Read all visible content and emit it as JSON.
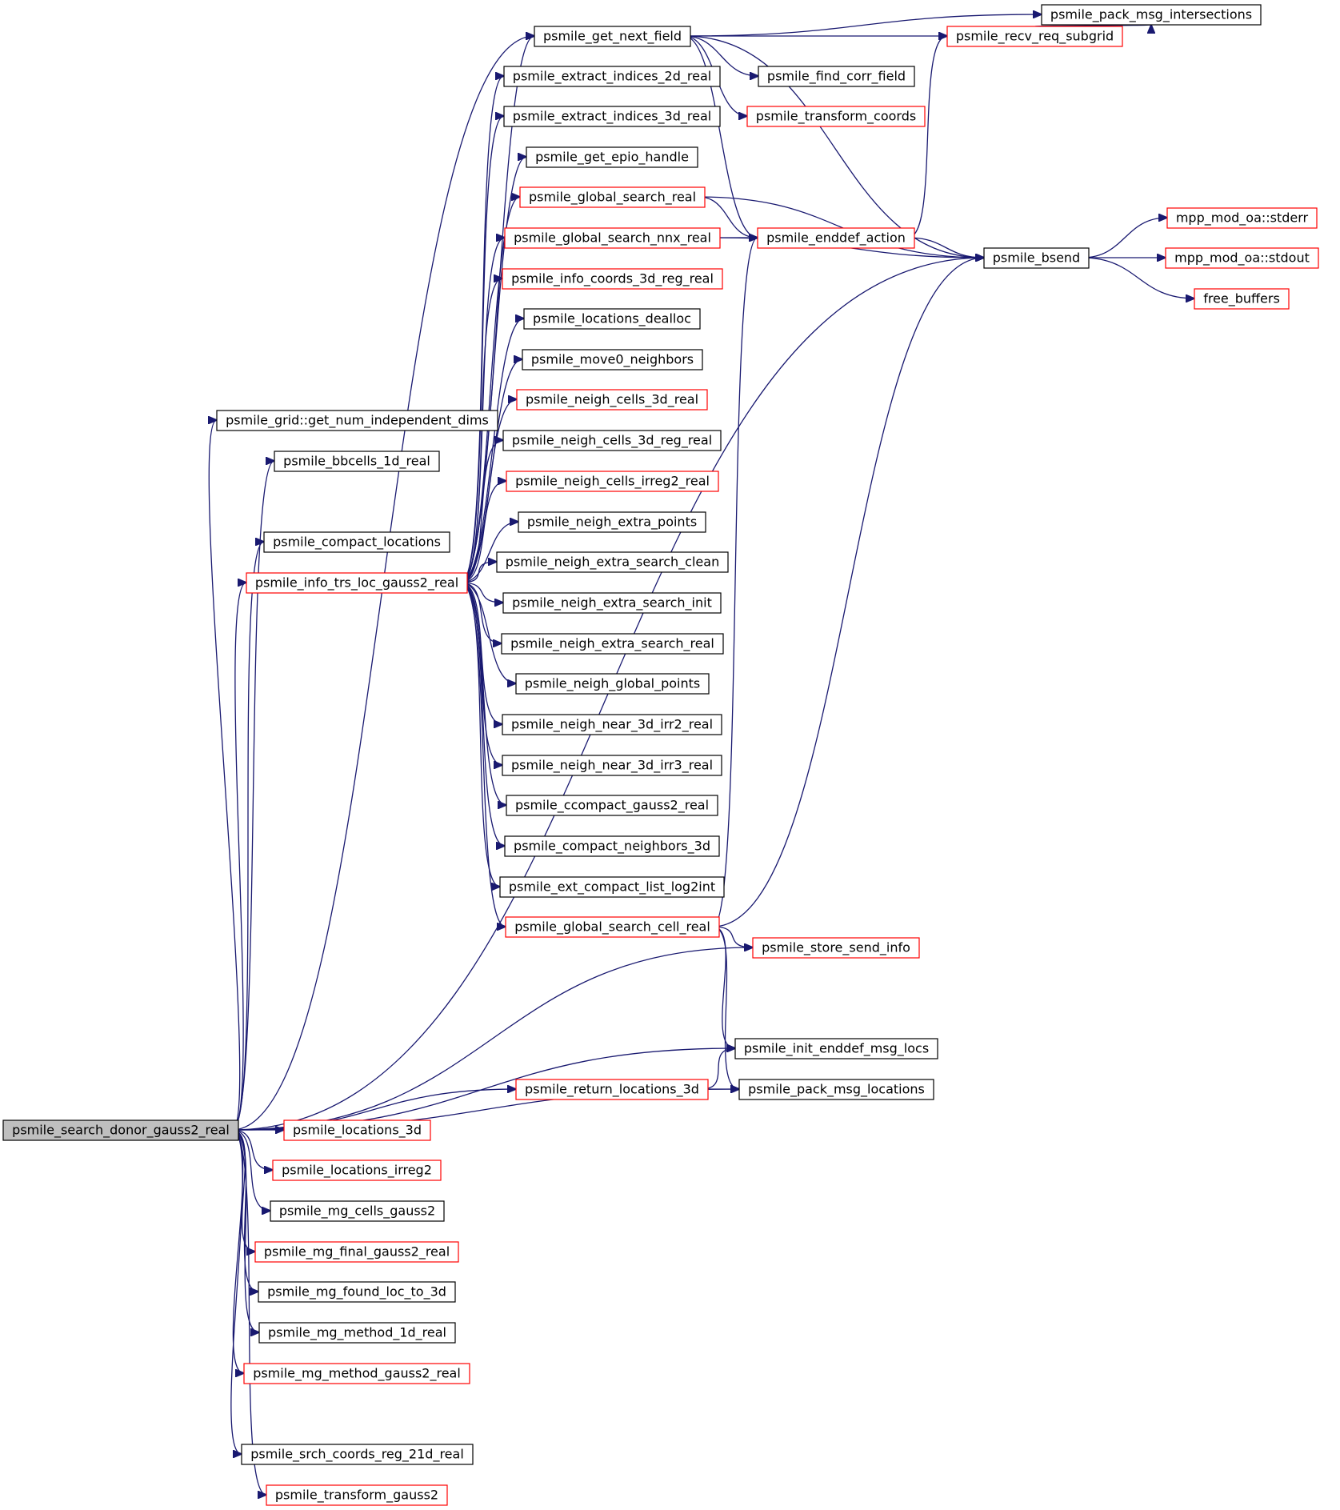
{
  "colors": {
    "edge": "#191970",
    "border_documented": "#000000",
    "border_external": "#ff0000",
    "focus_fill": "#bfbfbf"
  },
  "nodes": {
    "pack_msg_intersections": {
      "label": "psmile_pack_msg_intersections",
      "style": "documented"
    },
    "get_next_field": {
      "label": "psmile_get_next_field",
      "style": "documented"
    },
    "recv_req_subgrid": {
      "label": "psmile_recv_req_subgrid",
      "style": "external"
    },
    "extract_2d": {
      "label": "psmile_extract_indices_2d_real",
      "style": "documented"
    },
    "find_corr_field": {
      "label": "psmile_find_corr_field",
      "style": "documented"
    },
    "extract_3d": {
      "label": "psmile_extract_indices_3d_real",
      "style": "documented"
    },
    "transform_coords": {
      "label": "psmile_transform_coords",
      "style": "external"
    },
    "get_epio_handle": {
      "label": "psmile_get_epio_handle",
      "style": "documented"
    },
    "global_search_real": {
      "label": "psmile_global_search_real",
      "style": "external"
    },
    "mpp_stderr": {
      "label": "mpp_mod_oa::stderr",
      "style": "external"
    },
    "global_search_nnx": {
      "label": "psmile_global_search_nnx_real",
      "style": "external"
    },
    "enddef_action": {
      "label": "psmile_enddef_action",
      "style": "external"
    },
    "bsend": {
      "label": "psmile_bsend",
      "style": "documented"
    },
    "mpp_stdout": {
      "label": "mpp_mod_oa::stdout",
      "style": "external"
    },
    "info_coords_3d_reg": {
      "label": "psmile_info_coords_3d_reg_real",
      "style": "external"
    },
    "free_buffers": {
      "label": "free_buffers",
      "style": "external"
    },
    "locations_dealloc": {
      "label": "psmile_locations_dealloc",
      "style": "documented"
    },
    "move0_neighbors": {
      "label": "psmile_move0_neighbors",
      "style": "documented"
    },
    "neigh_cells_3d": {
      "label": "psmile_neigh_cells_3d_real",
      "style": "external"
    },
    "get_num_independent_dims": {
      "label": "psmile_grid::get_num_independent_dims",
      "style": "documented"
    },
    "neigh_cells_3d_reg": {
      "label": "psmile_neigh_cells_3d_reg_real",
      "style": "documented"
    },
    "bbcells_1d": {
      "label": "psmile_bbcells_1d_real",
      "style": "documented"
    },
    "neigh_cells_irreg2": {
      "label": "psmile_neigh_cells_irreg2_real",
      "style": "external"
    },
    "neigh_extra_points": {
      "label": "psmile_neigh_extra_points",
      "style": "documented"
    },
    "compact_locations": {
      "label": "psmile_compact_locations",
      "style": "documented"
    },
    "neigh_extra_search_clean": {
      "label": "psmile_neigh_extra_search_clean",
      "style": "documented"
    },
    "info_trs_loc": {
      "label": "psmile_info_trs_loc_gauss2_real",
      "style": "external"
    },
    "neigh_extra_search_init": {
      "label": "psmile_neigh_extra_search_init",
      "style": "documented"
    },
    "neigh_extra_search_real": {
      "label": "psmile_neigh_extra_search_real",
      "style": "documented"
    },
    "neigh_global_points": {
      "label": "psmile_neigh_global_points",
      "style": "documented"
    },
    "neigh_near_3d_irr2": {
      "label": "psmile_neigh_near_3d_irr2_real",
      "style": "documented"
    },
    "neigh_near_3d_irr3": {
      "label": "psmile_neigh_near_3d_irr3_real",
      "style": "documented"
    },
    "ccompact_gauss2": {
      "label": "psmile_ccompact_gauss2_real",
      "style": "documented"
    },
    "compact_neighbors_3d": {
      "label": "psmile_compact_neighbors_3d",
      "style": "documented"
    },
    "ext_compact_list_log2int": {
      "label": "psmile_ext_compact_list_log2int",
      "style": "documented"
    },
    "global_search_cell": {
      "label": "psmile_global_search_cell_real",
      "style": "external"
    },
    "store_send_info": {
      "label": "psmile_store_send_info",
      "style": "external"
    },
    "init_enddef_msg_locs": {
      "label": "psmile_init_enddef_msg_locs",
      "style": "documented"
    },
    "return_locations_3d": {
      "label": "psmile_return_locations_3d",
      "style": "external"
    },
    "pack_msg_locations": {
      "label": "psmile_pack_msg_locations",
      "style": "documented"
    },
    "search_donor_gauss2": {
      "label": "psmile_search_donor_gauss2_real",
      "style": "focus"
    },
    "locations_3d": {
      "label": "psmile_locations_3d",
      "style": "external"
    },
    "locations_irreg2": {
      "label": "psmile_locations_irreg2",
      "style": "external"
    },
    "mg_cells_gauss2": {
      "label": "psmile_mg_cells_gauss2",
      "style": "documented"
    },
    "mg_final_gauss2": {
      "label": "psmile_mg_final_gauss2_real",
      "style": "external"
    },
    "mg_found_loc_to_3d": {
      "label": "psmile_mg_found_loc_to_3d",
      "style": "documented"
    },
    "mg_method_1d": {
      "label": "psmile_mg_method_1d_real",
      "style": "documented"
    },
    "mg_method_gauss2": {
      "label": "psmile_mg_method_gauss2_real",
      "style": "external"
    },
    "srch_coords_reg_21d": {
      "label": "psmile_srch_coords_reg_21d_real",
      "style": "documented"
    },
    "transform_gauss2": {
      "label": "psmile_transform_gauss2",
      "style": "external"
    }
  },
  "edges": [
    [
      "get_next_field",
      "pack_msg_intersections"
    ],
    [
      "get_next_field",
      "recv_req_subgrid"
    ],
    [
      "get_next_field",
      "find_corr_field"
    ],
    [
      "get_next_field",
      "transform_coords"
    ],
    [
      "get_next_field",
      "enddef_action"
    ],
    [
      "get_next_field",
      "bsend"
    ],
    [
      "recv_req_subgrid",
      "pack_msg_intersections"
    ],
    [
      "enddef_action",
      "recv_req_subgrid"
    ],
    [
      "enddef_action",
      "bsend"
    ],
    [
      "global_search_real",
      "enddef_action"
    ],
    [
      "global_search_real",
      "bsend"
    ],
    [
      "global_search_nnx",
      "enddef_action"
    ],
    [
      "global_search_nnx",
      "bsend"
    ],
    [
      "bsend",
      "mpp_stderr"
    ],
    [
      "bsend",
      "mpp_stdout"
    ],
    [
      "bsend",
      "free_buffers"
    ],
    [
      "info_trs_loc",
      "get_next_field"
    ],
    [
      "info_trs_loc",
      "extract_2d"
    ],
    [
      "info_trs_loc",
      "extract_3d"
    ],
    [
      "info_trs_loc",
      "get_epio_handle"
    ],
    [
      "info_trs_loc",
      "global_search_real"
    ],
    [
      "info_trs_loc",
      "global_search_nnx"
    ],
    [
      "info_trs_loc",
      "info_coords_3d_reg"
    ],
    [
      "info_trs_loc",
      "locations_dealloc"
    ],
    [
      "info_trs_loc",
      "move0_neighbors"
    ],
    [
      "info_trs_loc",
      "neigh_cells_3d"
    ],
    [
      "info_trs_loc",
      "neigh_cells_3d_reg"
    ],
    [
      "info_trs_loc",
      "neigh_cells_irreg2"
    ],
    [
      "info_trs_loc",
      "neigh_extra_points"
    ],
    [
      "info_trs_loc",
      "neigh_extra_search_clean"
    ],
    [
      "info_trs_loc",
      "neigh_extra_search_init"
    ],
    [
      "info_trs_loc",
      "neigh_extra_search_real"
    ],
    [
      "info_trs_loc",
      "neigh_global_points"
    ],
    [
      "info_trs_loc",
      "neigh_near_3d_irr2"
    ],
    [
      "info_trs_loc",
      "neigh_near_3d_irr3"
    ],
    [
      "info_trs_loc",
      "ccompact_gauss2"
    ],
    [
      "info_trs_loc",
      "compact_neighbors_3d"
    ],
    [
      "info_trs_loc",
      "ext_compact_list_log2int"
    ],
    [
      "info_trs_loc",
      "global_search_cell"
    ],
    [
      "global_search_cell",
      "enddef_action"
    ],
    [
      "global_search_cell",
      "bsend"
    ],
    [
      "global_search_cell",
      "store_send_info"
    ],
    [
      "global_search_cell",
      "init_enddef_msg_locs"
    ],
    [
      "global_search_cell",
      "pack_msg_locations"
    ],
    [
      "return_locations_3d",
      "init_enddef_msg_locs"
    ],
    [
      "return_locations_3d",
      "pack_msg_locations"
    ],
    [
      "search_donor_gauss2",
      "get_num_independent_dims"
    ],
    [
      "search_donor_gauss2",
      "bbcells_1d"
    ],
    [
      "search_donor_gauss2",
      "get_next_field"
    ],
    [
      "search_donor_gauss2",
      "compact_locations"
    ],
    [
      "search_donor_gauss2",
      "info_trs_loc"
    ],
    [
      "search_donor_gauss2",
      "store_send_info"
    ],
    [
      "search_donor_gauss2",
      "bsend"
    ],
    [
      "search_donor_gauss2",
      "init_enddef_msg_locs"
    ],
    [
      "search_donor_gauss2",
      "return_locations_3d"
    ],
    [
      "search_donor_gauss2",
      "locations_3d"
    ],
    [
      "search_donor_gauss2",
      "locations_irreg2"
    ],
    [
      "search_donor_gauss2",
      "mg_cells_gauss2"
    ],
    [
      "search_donor_gauss2",
      "mg_final_gauss2"
    ],
    [
      "search_donor_gauss2",
      "mg_found_loc_to_3d"
    ],
    [
      "search_donor_gauss2",
      "mg_method_1d"
    ],
    [
      "search_donor_gauss2",
      "mg_method_gauss2"
    ],
    [
      "search_donor_gauss2",
      "pack_msg_locations"
    ],
    [
      "search_donor_gauss2",
      "srch_coords_reg_21d"
    ],
    [
      "search_donor_gauss2",
      "transform_gauss2"
    ]
  ]
}
